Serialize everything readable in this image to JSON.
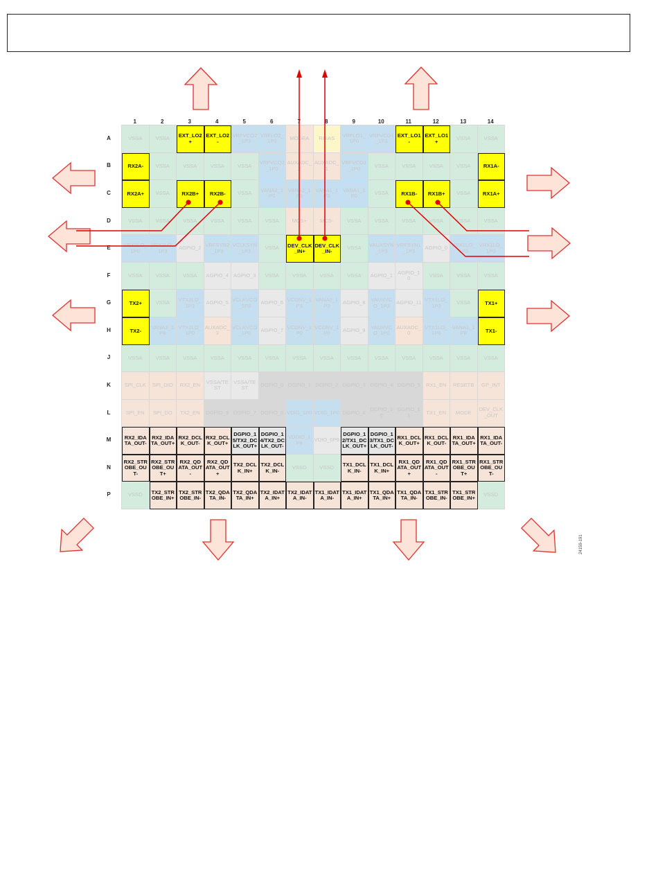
{
  "figure_id": "24159-191",
  "column_labels": [
    "1",
    "2",
    "3",
    "4",
    "5",
    "6",
    "7",
    "8",
    "9",
    "10",
    "11",
    "12",
    "13",
    "14"
  ],
  "row_labels": [
    "A",
    "B",
    "C",
    "D",
    "E",
    "F",
    "G",
    "H",
    "J",
    "K",
    "L",
    "M",
    "N",
    "P"
  ],
  "colors": {
    "highlight_yellow": "#ffff05",
    "arrow_stroke": "#e03030",
    "arrow_fill": "#fde3d8",
    "connector_red": "#e00000",
    "ground_green": "#d3ecde",
    "supply_blue": "#c6dff0",
    "digital_peach": "#f7e4d8",
    "gpio_gray": "#d8d8d8"
  },
  "rows": [
    [
      [
        "VSSA",
        "g"
      ],
      [
        "VSSA",
        "g"
      ],
      [
        "EXT_LO2+",
        "y"
      ],
      [
        "EXT_LO2-",
        "y"
      ],
      [
        "VRFVCO2_1P3",
        "b"
      ],
      [
        "VRFLO2_1P0",
        "b"
      ],
      [
        "MODEA",
        "p"
      ],
      [
        "RBIAS",
        "pale"
      ],
      [
        "VRFLO1_1P0",
        "b"
      ],
      [
        "VRFVCO1_1P3",
        "b"
      ],
      [
        "EXT_LO1-",
        "y"
      ],
      [
        "EXT_LO1+",
        "y"
      ],
      [
        "VSSA",
        "g"
      ],
      [
        "VSSA",
        "g"
      ]
    ],
    [
      [
        "RX2A-",
        "y"
      ],
      [
        "VSSA",
        "g"
      ],
      [
        "VSSA",
        "g"
      ],
      [
        "VSSA",
        "g"
      ],
      [
        "VSSA",
        "g"
      ],
      [
        "VRFVCO2_1P0",
        "b"
      ],
      [
        "AUXADC_2",
        "p"
      ],
      [
        "AUXADC_1",
        "p"
      ],
      [
        "VRFVCO1_1P0",
        "b"
      ],
      [
        "VSSA",
        "g"
      ],
      [
        "VSSA",
        "g"
      ],
      [
        "VSSA",
        "g"
      ],
      [
        "VSSA",
        "g"
      ],
      [
        "RX1A-",
        "y"
      ]
    ],
    [
      [
        "RX2A+",
        "y"
      ],
      [
        "VSSA",
        "g"
      ],
      [
        "RX2B+",
        "y"
      ],
      [
        "RX2B-",
        "y"
      ],
      [
        "VSSA",
        "g"
      ],
      [
        "VANA2_1P0",
        "b"
      ],
      [
        "VANA2_1P3",
        "b"
      ],
      [
        "VANA1_1P3",
        "b"
      ],
      [
        "VANA1_1P0",
        "b"
      ],
      [
        "VSSA",
        "g"
      ],
      [
        "RX1B-",
        "y"
      ],
      [
        "RX1B+",
        "y"
      ],
      [
        "VSSA",
        "g"
      ],
      [
        "RX1A+",
        "y"
      ]
    ],
    [
      [
        "VSSA",
        "g"
      ],
      [
        "VSSA",
        "g"
      ],
      [
        "VSSA",
        "g"
      ],
      [
        "VSSA",
        "g"
      ],
      [
        "VSSA",
        "g"
      ],
      [
        "VSSA",
        "g"
      ],
      [
        "MCS+",
        "p"
      ],
      [
        "MCS-",
        "p"
      ],
      [
        "VSSA",
        "g"
      ],
      [
        "VSSA",
        "g"
      ],
      [
        "VSSA",
        "g"
      ],
      [
        "VSSA",
        "g"
      ],
      [
        "VSSA",
        "g"
      ],
      [
        "VSSA",
        "g"
      ]
    ],
    [
      [
        "VRX2LO_1P0",
        "b"
      ],
      [
        "VRX2LO_1P3",
        "b"
      ],
      [
        "AGPIO_2",
        "w"
      ],
      [
        "VRFSYN2_1P3",
        "b"
      ],
      [
        "VCLKSYN_1P3",
        "b"
      ],
      [
        "VSSA",
        "g"
      ],
      [
        "DEV_CLK_IN+",
        "y"
      ],
      [
        "DEV_CLK_IN-",
        "y"
      ],
      [
        "VSSA",
        "g"
      ],
      [
        "VAUXSYN_1P3",
        "b"
      ],
      [
        "VRFSYN1_1P3",
        "b"
      ],
      [
        "AGPIO_0",
        "w"
      ],
      [
        "VRX1LO_1P3",
        "b"
      ],
      [
        "VRX1LO_1P0",
        "b"
      ]
    ],
    [
      [
        "VSSA",
        "g"
      ],
      [
        "VSSA",
        "g"
      ],
      [
        "VSSA",
        "g"
      ],
      [
        "AGPIO_4",
        "w"
      ],
      [
        "AGPIO_3",
        "w"
      ],
      [
        "VSSA",
        "g"
      ],
      [
        "VSSA",
        "g"
      ],
      [
        "VSSA",
        "g"
      ],
      [
        "VSSA",
        "g"
      ],
      [
        "AGPIO_1",
        "w"
      ],
      [
        "AGPIO_10",
        "w"
      ],
      [
        "VSSA",
        "g"
      ],
      [
        "VSSA",
        "g"
      ],
      [
        "VSSA",
        "g"
      ]
    ],
    [
      [
        "TX2+",
        "y"
      ],
      [
        "VSSA",
        "g"
      ],
      [
        "VTX2LO_1P3",
        "b"
      ],
      [
        "AGPIO_5",
        "w"
      ],
      [
        "VCLKVCO_1P3",
        "b"
      ],
      [
        "AGPIO_6",
        "w"
      ],
      [
        "VCONV_1P3",
        "b"
      ],
      [
        "VANA0_1P3",
        "b"
      ],
      [
        "AGPIO_8",
        "w"
      ],
      [
        "VAUXVCO_1P3",
        "b"
      ],
      [
        "AGPIO_11",
        "w"
      ],
      [
        "VTX1LO_1P3",
        "b"
      ],
      [
        "VSSA",
        "g"
      ],
      [
        "TX1+",
        "y"
      ]
    ],
    [
      [
        "TX2-",
        "y"
      ],
      [
        "VANA2_1P8",
        "b"
      ],
      [
        "VTX2LO_1P0",
        "b"
      ],
      [
        "AUXADC_3",
        "p"
      ],
      [
        "VCLKVCO_1P0",
        "b"
      ],
      [
        "AGPIO_7",
        "w"
      ],
      [
        "VCONV_1P0",
        "b"
      ],
      [
        "VCONV_1P0",
        "b"
      ],
      [
        "AGPIO_9",
        "w"
      ],
      [
        "VAUXVCO_1P0",
        "b"
      ],
      [
        "AUXADC_0",
        "p"
      ],
      [
        "VTX1LO_1P0",
        "b"
      ],
      [
        "VANA1_1P8",
        "b"
      ],
      [
        "TX1-",
        "y"
      ]
    ],
    [
      [
        "VSSA",
        "g"
      ],
      [
        "VSSA",
        "g"
      ],
      [
        "VSSA",
        "g"
      ],
      [
        "VSSA",
        "g"
      ],
      [
        "VSSA",
        "g"
      ],
      [
        "VSSA",
        "g"
      ],
      [
        "VSSA",
        "g"
      ],
      [
        "VSSA",
        "g"
      ],
      [
        "VSSA",
        "g"
      ],
      [
        "VSSA",
        "g"
      ],
      [
        "VSSA",
        "g"
      ],
      [
        "VSSA",
        "g"
      ],
      [
        "VSSA",
        "g"
      ],
      [
        "VSSA",
        "g"
      ]
    ],
    [
      [
        "SPI_CLK",
        "p"
      ],
      [
        "SPI_DIO",
        "p"
      ],
      [
        "RX2_EN",
        "p"
      ],
      [
        "VSSA/TEST",
        "w"
      ],
      [
        "VSSA/TEST",
        "w"
      ],
      [
        "DGPIO_0",
        "d"
      ],
      [
        "DGPIO_1",
        "d"
      ],
      [
        "DGPIO_2",
        "d"
      ],
      [
        "DGPIO_3",
        "d"
      ],
      [
        "DGPIO_4",
        "d"
      ],
      [
        "DGPIO_5",
        "d"
      ],
      [
        "RX1_EN",
        "p"
      ],
      [
        "RESETB",
        "p"
      ],
      [
        "GP_INT",
        "p"
      ]
    ],
    [
      [
        "SPI_EN",
        "p"
      ],
      [
        "SPI_DO",
        "p"
      ],
      [
        "TX2_EN",
        "p"
      ],
      [
        "DGPIO_9",
        "d"
      ],
      [
        "DGPIO_7",
        "d"
      ],
      [
        "DGPIO_8",
        "d"
      ],
      [
        "VDIG_1P0",
        "b"
      ],
      [
        "VDIG_1P0",
        "b"
      ],
      [
        "DGPIO_6",
        "d"
      ],
      [
        "DGPIO_10",
        "d"
      ],
      [
        "DGPIO_11",
        "d"
      ],
      [
        "TX1_EN",
        "p"
      ],
      [
        "MODE",
        "p"
      ],
      [
        "DEV_CLK_OUT",
        "p"
      ]
    ],
    [
      [
        "RX2_IDATA_OUT-",
        "hp"
      ],
      [
        "RX2_IDATA_OUT+",
        "hp"
      ],
      [
        "RX2_DCLK_OUT-",
        "hp"
      ],
      [
        "RX2_DCLK_OUT+",
        "hp"
      ],
      [
        "DGPIO_15/TX2_DCLK_OUT+",
        "hd"
      ],
      [
        "DGPIO_14/TX2_DCLK_OUT-",
        "hd"
      ],
      [
        "VDDIO_1P8",
        "b"
      ],
      [
        "VDIO_0P9",
        "w"
      ],
      [
        "DGPIO_12/TX1_DCLK_OUT+",
        "hd"
      ],
      [
        "DGPIO_13/TX1_DCLK_OUT-",
        "hd"
      ],
      [
        "RX1_DCLK_OUT+",
        "hp"
      ],
      [
        "RX1_DCLK_OUT-",
        "hp"
      ],
      [
        "RX1_IDATA_OUT+",
        "hp"
      ],
      [
        "RX1_IDATA_OUT-",
        "hp"
      ]
    ],
    [
      [
        "RX2_STROBE_OUT-",
        "hp"
      ],
      [
        "RX2_STROBE_OUT+",
        "hp"
      ],
      [
        "RX2_QDATA_OUT-",
        "hp"
      ],
      [
        "RX2_QDATA_OUT+",
        "hp"
      ],
      [
        "TX2_DCLK_IN+",
        "hp"
      ],
      [
        "TX2_DCLK_IN-",
        "hp"
      ],
      [
        "VSSD",
        "g"
      ],
      [
        "VSSD",
        "g"
      ],
      [
        "TX1_DCLK_IN-",
        "hp"
      ],
      [
        "TX1_DCLK_IN+",
        "hp"
      ],
      [
        "RX1_QDATA_OUT+",
        "hp"
      ],
      [
        "RX1_QDATA_OUT-",
        "hp"
      ],
      [
        "RX1_STROBE_OUT+",
        "hp"
      ],
      [
        "RX1_STROBE_OUT-",
        "hp"
      ]
    ],
    [
      [
        "VSSD",
        "g"
      ],
      [
        "TX2_STROBE_IN+",
        "hp"
      ],
      [
        "TX2_STROBE_IN-",
        "hp"
      ],
      [
        "TX2_QDATA_IN-",
        "hp"
      ],
      [
        "TX2_QDATA_IN+",
        "hp"
      ],
      [
        "TX2_IDATA_IN+",
        "hp"
      ],
      [
        "TX2_IDATA_IN-",
        "hp"
      ],
      [
        "TX1_IDATA_IN-",
        "hp"
      ],
      [
        "TX1_IDATA_IN+",
        "hp"
      ],
      [
        "TX1_QDATA_IN+",
        "hp"
      ],
      [
        "TX1_QDATA_IN-",
        "hp"
      ],
      [
        "TX1_STROBE_IN-",
        "hp"
      ],
      [
        "TX1_STROBE_IN+",
        "hp"
      ],
      [
        "VSSD",
        "g"
      ]
    ]
  ]
}
